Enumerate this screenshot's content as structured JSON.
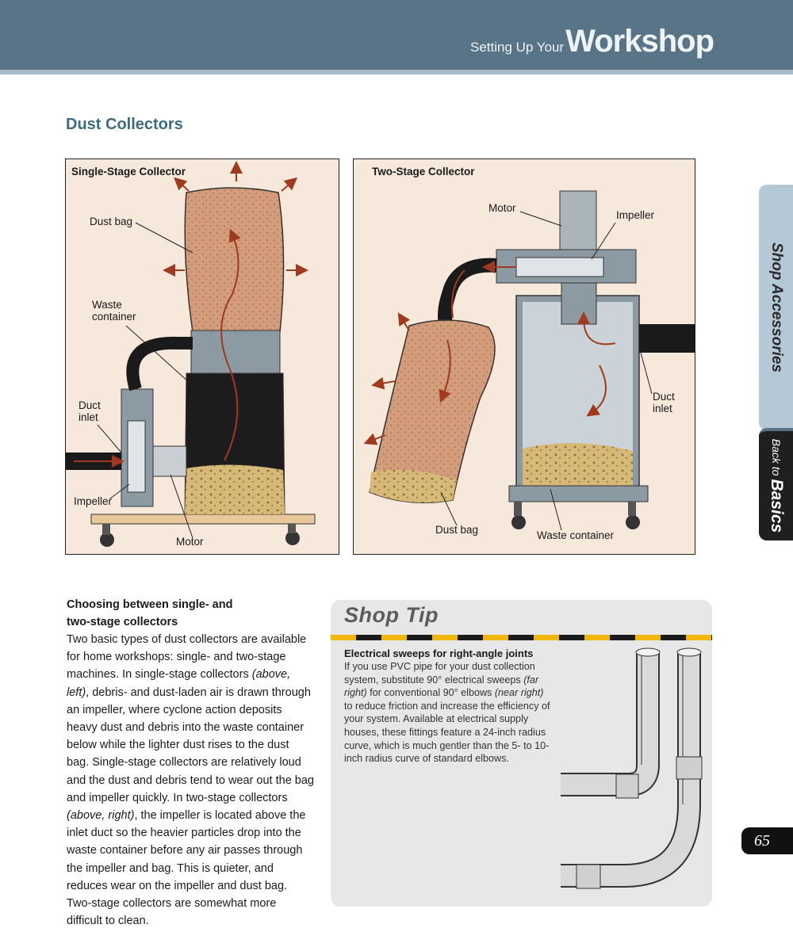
{
  "header": {
    "title_prefix": "Setting Up Your",
    "title_main": "Workshop"
  },
  "section_title": "Dust Collectors",
  "figures": {
    "single": {
      "title": "Single-Stage Collector",
      "labels": {
        "dust_bag": "Dust bag",
        "waste_container": "Waste container",
        "duct_inlet": "Duct inlet",
        "impeller": "Impeller",
        "motor": "Motor"
      }
    },
    "two": {
      "title": "Two-Stage Collector",
      "labels": {
        "motor": "Motor",
        "impeller": "Impeller",
        "duct_inlet": "Duct inlet",
        "dust_bag": "Dust bag",
        "waste_container": "Waste container"
      }
    }
  },
  "body": {
    "heading": "Choosing between single- and two-stage collectors",
    "t1": "Two basic types of dust collectors are available for home workshops: single- and two-stage machines. In single-stage collectors ",
    "r1": "(above, left)",
    "t2": ", debris- and dust-laden air is drawn through an impeller, where cyclone action deposits heavy dust and debris into the waste container below while the lighter dust rises to the dust bag. Single-stage collectors are relatively loud and the dust and debris tend to wear out the bag and impeller quickly. In two-stage collectors ",
    "r2": "(above, right)",
    "t3": ", the impeller is located above the inlet duct so the heavier particles drop into the waste container before any air passes through the impeller and bag. This is quieter, and reduces wear on the impeller and dust bag. Two-stage collectors are somewhat more difficult to clean."
  },
  "shop_tip": {
    "title": "Shop Tip",
    "heading": "Electrical sweeps for right-angle joints",
    "t1": "If you use PVC pipe for your dust collection system, substitute 90° electrical sweeps ",
    "r1": "(far right)",
    "t2": " for conventional 90° elbows ",
    "r2": "(near right)",
    "t3": " to reduce friction and increase the efficiency of your system. Available at electrical supply houses, these fittings feature a 24-inch radius curve, which is much gentler than the 5- to 10-inch radius curve of standard elbows."
  },
  "side_tabs": {
    "tab1": "Shop Accessories",
    "tab2_small": "Back to",
    "tab2_bold": "Basics"
  },
  "page_number": "65"
}
